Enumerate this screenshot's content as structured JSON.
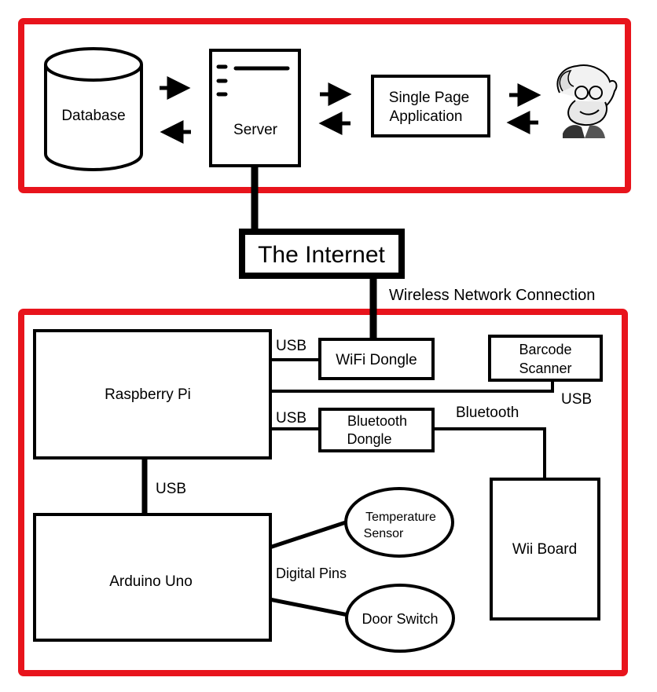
{
  "top_group": {
    "database": "Database",
    "server": "Server",
    "spa_line1": "Single Page",
    "spa_line2": "Application"
  },
  "internet": "The Internet",
  "wireless_label": "Wireless Network Connection",
  "bottom_group": {
    "raspberry_pi": "Raspberry Pi",
    "wifi_dongle": "WiFi Dongle",
    "barcode_line1": "Barcode",
    "barcode_line2": "Scanner",
    "bluetooth_dongle_line1": "Bluetooth",
    "bluetooth_dongle_line2": "Dongle",
    "wii_board": "Wii Board",
    "arduino_uno": "Arduino Uno",
    "temperature_line1": "Temperature",
    "temperature_line2": "Sensor",
    "door_switch": "Door Switch"
  },
  "edge_labels": {
    "usb_wifi": "USB",
    "usb_barcode": "USB",
    "usb_bluetooth": "USB",
    "bluetooth": "Bluetooth",
    "usb_arduino": "USB",
    "digital_pins": "Digital Pins"
  },
  "colors": {
    "group_border": "#e8141c",
    "stroke": "#000000"
  }
}
